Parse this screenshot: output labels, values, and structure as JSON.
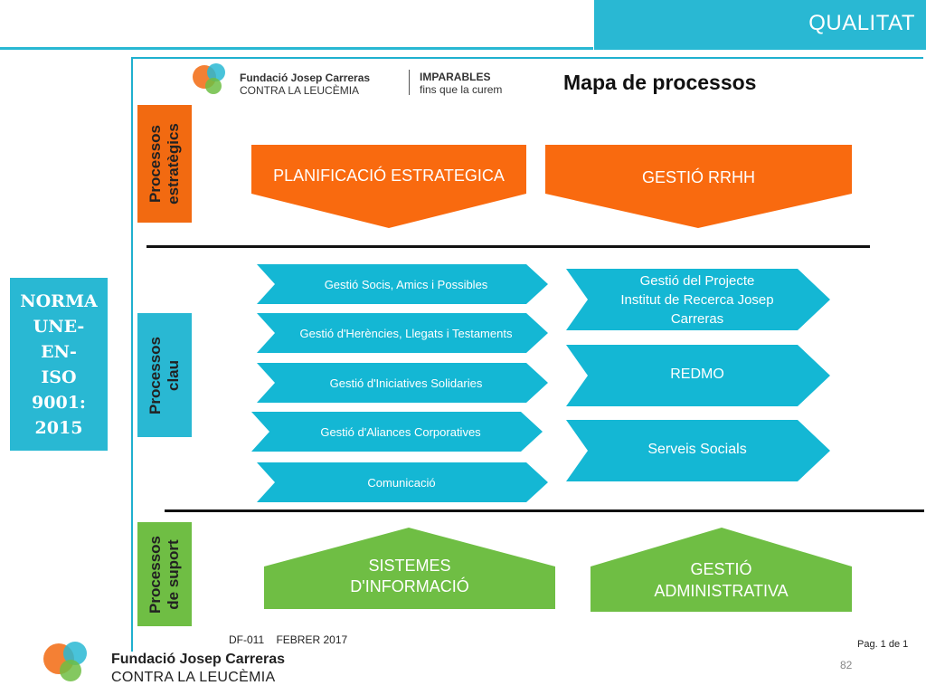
{
  "header": {
    "title": "QUALITAT"
  },
  "norma": {
    "text": "NORMA\nUNE-\nEN-\nISO\n9001:\n2015"
  },
  "doc": {
    "logo_name": "Fundació Josep Carreras",
    "logo_sub": "CONTRA LA LEUCÈMIA",
    "imparables_title": "IMPARABLES",
    "imparables_sub": "fins que la curem",
    "title": "Mapa de processos"
  },
  "sections": {
    "strategic": "Processos\nestratègics",
    "key": "Processos\nclau",
    "support": "Processos\nde suport"
  },
  "strategic_processes": [
    "PLANIFICACIÓ ESTRATEGICA",
    "GESTIÓ RRHH"
  ],
  "key_processes_left": [
    "Gestió Socis, Amics i Possibles",
    "Gestió d'Herències, Llegats i Testaments",
    "Gestió d'Iniciatives Solidaries",
    "Gestió d'Aliances Corporatives",
    "Comunicació"
  ],
  "key_processes_right": [
    "Gestió del Projecte\nInstitut de Recerca Josep\nCarreras",
    "REDMO",
    "Serveis Socials"
  ],
  "support_processes": [
    "SISTEMES\nD'INFORMACIÓ",
    "GESTIÓ\nADMINISTRATIVA"
  ],
  "footer": {
    "doc_code": "DF-011    FEBRER 2017",
    "page_of": "Pag. 1 de 1",
    "page_number": "82",
    "logo_name": "Fundació Josep Carreras",
    "logo_sub": "CONTRA LA LEUCÈMIA"
  },
  "colors": {
    "accent_cyan": "#29b8d3",
    "strategic_orange": "#f96a0f",
    "support_green": "#6fbe44"
  }
}
